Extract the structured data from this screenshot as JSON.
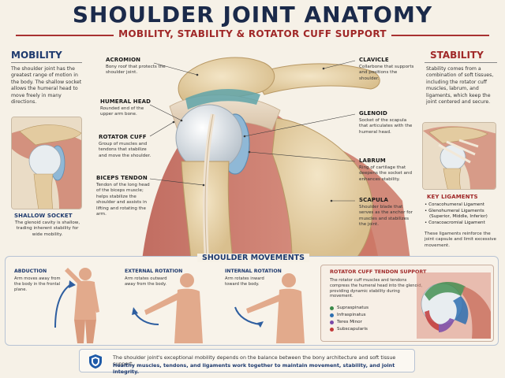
{
  "header": {
    "title": "SHOULDER JOINT ANATOMY",
    "subtitle": "MOBILITY, STABILITY & ROTATOR CUFF SUPPORT"
  },
  "mobility": {
    "heading": "MOBILITY",
    "text": "The shoulder joint has the greatest range of motion in the body. The shallow socket allows the humeral head to move freely in many directions.",
    "inset_heading": "SHALLOW SOCKET",
    "inset_text": "The glenoid cavity is shallow, trading inherent stability for wide mobility."
  },
  "stability": {
    "heading": "STABILITY",
    "text": "Stability comes from a combination of soft tissues, including the rotator cuff muscles, labrum, and ligaments, which keep the joint centered and secure.",
    "ligaments_heading": "KEY LIGAMENTS",
    "ligaments": [
      "Coracohumeral Ligament",
      "Glenohumeral Ligaments",
      "(Superior, Middle, Inferior)",
      "Coracoacromial Ligament"
    ],
    "ligaments_note": "These ligaments reinforce the joint capsule and limit excessive movement."
  },
  "labels": {
    "acromion": {
      "title": "ACROMION",
      "text": "Bony roof that protects the shoulder joint."
    },
    "humeral_head": {
      "title": "HUMERAL HEAD",
      "text": "Rounded end of the upper arm bone."
    },
    "rotator_cuff": {
      "title": "ROTATOR CUFF",
      "text": "Group of muscles and tendons that stabilize and move the shoulder."
    },
    "biceps_tendon": {
      "title": "BICEPS TENDON",
      "text": "Tendon of the long head of the biceps muscle; helps stabilize the shoulder and assists in lifting and rotating the arm."
    },
    "clavicle": {
      "title": "CLAVICLE",
      "text": "Collarbone that supports and positions the shoulder."
    },
    "glenoid": {
      "title": "GLENOID",
      "text": "Socket of the scapula that articulates with the humeral head."
    },
    "labrum": {
      "title": "LABRUM",
      "text": "Ring of cartilage that deepens the socket and enhances stability."
    },
    "scapula": {
      "title": "SCAPULA",
      "text": "Shoulder blade that serves as the anchor for muscles and stabilizes the joint."
    }
  },
  "movements": {
    "heading": "SHOULDER MOVEMENTS",
    "abduction": {
      "title": "ABDUCTION",
      "text": "Arm moves away from the body in the frontal plane."
    },
    "external": {
      "title": "EXTERNAL ROTATION",
      "text": "Arm rotates outward away from the body."
    },
    "internal": {
      "title": "INTERNAL ROTATION",
      "text": "Arm rotates inward toward the body."
    }
  },
  "rotator_cuff_support": {
    "title": "ROTATOR CUFF TENDON SUPPORT",
    "text": "The rotator cuff muscles and tendons compress the humeral head into the glenoid, providing dynamic stability during movement.",
    "muscles": [
      {
        "name": "Supraspinatus",
        "color": "#3a8a4a"
      },
      {
        "name": "Infraspinatus",
        "color": "#2e6fb0"
      },
      {
        "name": "Teres Minor",
        "color": "#7a4aa8"
      },
      {
        "name": "Subscapularis",
        "color": "#c23a3a"
      }
    ]
  },
  "footer": {
    "line1": "The shoulder joint's exceptional mobility depends on the balance between the bony architecture and soft tissue support.",
    "line2": "Healthy muscles, tendons, and ligaments work together to maintain movement, stability, and joint integrity."
  }
}
